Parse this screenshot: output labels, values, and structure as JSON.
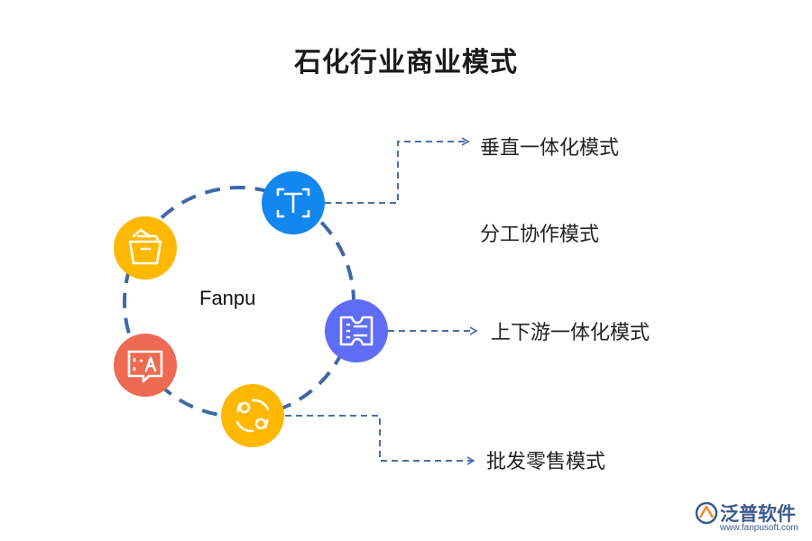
{
  "title": "石化行业商业模式",
  "center_label": "Fanpu",
  "colors": {
    "ring": "#3e68a6",
    "connector": "#4a6ea9",
    "blue": "#1387f0",
    "yellow": "#ffb800",
    "purple": "#5f6cf5",
    "red": "#ef6a52"
  },
  "nodes": [
    {
      "icon": "text-t-icon",
      "color": "blue"
    },
    {
      "icon": "basket-icon",
      "color": "yellow"
    },
    {
      "icon": "ticket-list-icon",
      "color": "purple"
    },
    {
      "icon": "text-translate-icon",
      "color": "red"
    },
    {
      "icon": "cycle-exchange-icon",
      "color": "yellow"
    }
  ],
  "labels": {
    "vertical": "垂直一体化模式",
    "division": "分工协作模式",
    "updown": "上下游一体化模式",
    "wholesale": "批发零售模式"
  },
  "logo": {
    "name": "泛普软件",
    "url": "www.fanpusoft.com",
    "icon": "fanpu-logo-icon"
  }
}
